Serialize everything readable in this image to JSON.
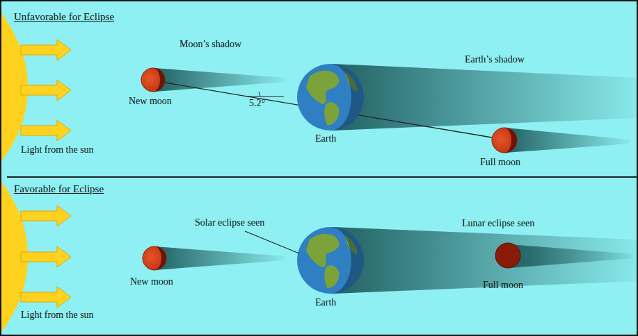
{
  "diagram": {
    "labels": [
      "Unfavorable for Eclipse",
      "Moon’s shadow",
      "New moon",
      "5.2°",
      "Earth’s shadow",
      "Earth",
      "Full moon",
      "Light from the sun",
      "Favorable for Eclipse",
      "Solar eclipse seen",
      "Lunar eclipse seen",
      "New moon",
      "Earth",
      "Full moon",
      "Light from the sun"
    ]
  }
}
